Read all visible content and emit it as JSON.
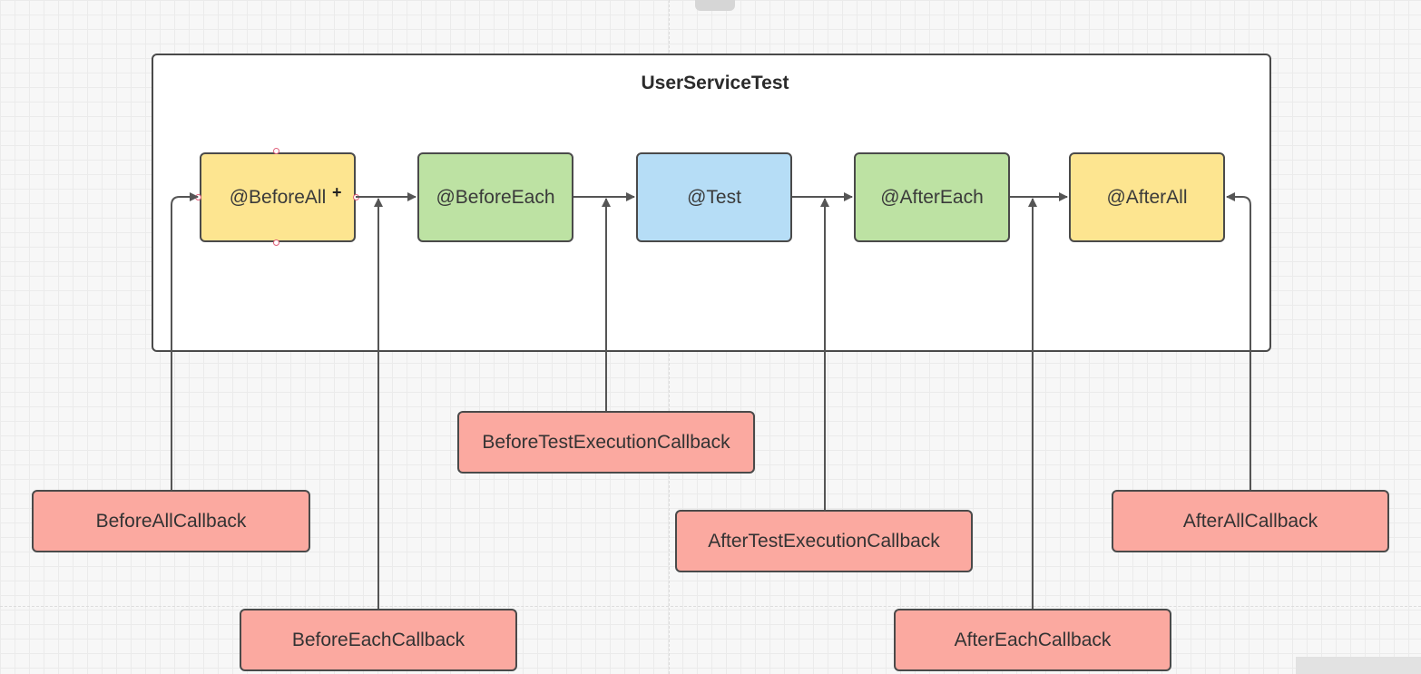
{
  "container": {
    "title": "UserServiceTest"
  },
  "lifecycle": {
    "before_all": "@BeforeAll",
    "before_each": "@BeforeEach",
    "test": "@Test",
    "after_each": "@AfterEach",
    "after_all": "@AfterAll"
  },
  "callbacks": {
    "before_all": "BeforeAllCallback",
    "before_each": "BeforeEachCallback",
    "before_test_execution": "BeforeTestExecutionCallback",
    "after_test_execution": "AfterTestExecutionCallback",
    "after_each": "AfterEachCallback",
    "after_all": "AfterAllCallback"
  },
  "colors": {
    "yellow": "#fde590",
    "green": "#bde2a3",
    "blue": "#b6ddf6",
    "red": "#fba9a0",
    "stroke": "#4a4a4a"
  }
}
